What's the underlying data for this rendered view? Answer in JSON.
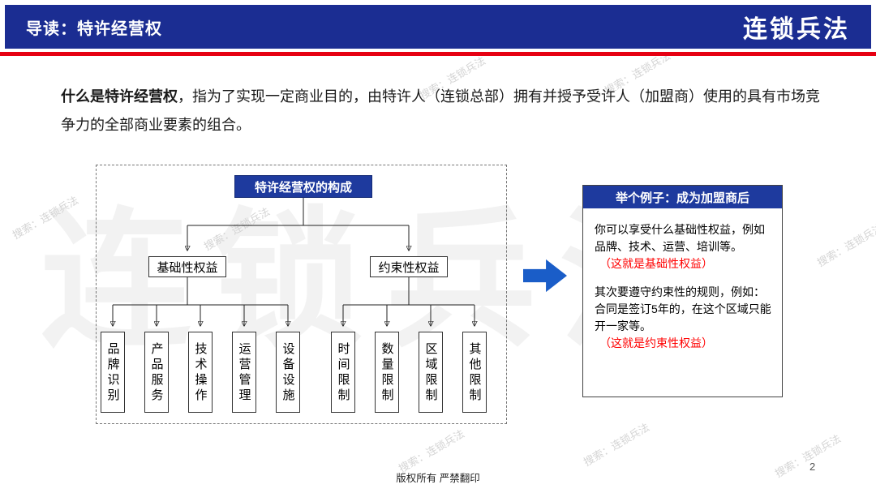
{
  "header": {
    "title": "导读：特许经营权",
    "logo": "连锁兵法"
  },
  "intro": {
    "lead": "什么是特许经营权",
    "rest": "，指为了实现一定商业目的，由特许人（连锁总部）拥有并授予受许人（加盟商）使用的具有市场竞争力的全部商业要素的组合。"
  },
  "tree": {
    "root": "特许经营权的构成",
    "branches": [
      {
        "label": "基础性权益",
        "leaves": [
          "品牌识别",
          "产品服务",
          "技术操作",
          "运营管理",
          "设备设施"
        ]
      },
      {
        "label": "约束性权益",
        "leaves": [
          "时间限制",
          "数量限制",
          "区域限制",
          "其他限制"
        ]
      }
    ]
  },
  "example": {
    "title": "举个例子：成为加盟商后",
    "para1": "你可以享受什么基础性权益，例如品牌、技术、运营、培训等。",
    "note1": "（这就是基础性权益）",
    "para2": "其次要遵守约束性的规则，例如：合同是签订5年的，在这个区域只能开一家等。",
    "note2": "（这就是约束性权益）"
  },
  "watermark": {
    "big": "连锁兵法",
    "small": "搜索：连锁兵法"
  },
  "footer": {
    "copyright": "版权所有 严禁翻印",
    "page": "2"
  },
  "colors": {
    "header_bg": "#1b2d92",
    "accent_red": "#e60012",
    "node_blue": "#1e3a9e",
    "arrow_blue": "#1a5dc8",
    "note_red": "#ff0000"
  }
}
